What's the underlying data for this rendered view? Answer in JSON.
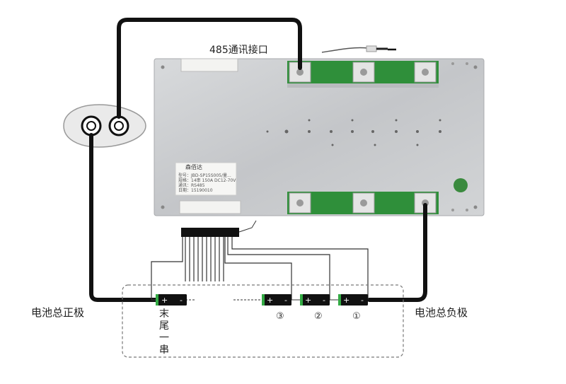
{
  "labels": {
    "comm_port": "485通讯接口",
    "positive_terminal": "电池总正极",
    "negative_terminal": "电池总负极",
    "last_cell": "末尾一串"
  },
  "cells": [
    {
      "label": "③",
      "plus": "+",
      "minus": "-"
    },
    {
      "label": "②",
      "plus": "+",
      "minus": "-"
    },
    {
      "label": "①",
      "plus": "+",
      "minus": "-"
    }
  ],
  "last_cell_terminals": {
    "plus": "+",
    "minus": "-"
  },
  "sticker": {
    "brand": "森佰达",
    "line1": "型号：JBD-SP15S005/量...",
    "line2": "规格：14串 150A  DC12-70V",
    "line3": "通讯：RS485",
    "line4": "日期：15190010"
  },
  "colors": {
    "wire": "#111111",
    "board": "#c9cbcd",
    "pcb_green": "#2f8f3a",
    "background": "#ffffff"
  }
}
